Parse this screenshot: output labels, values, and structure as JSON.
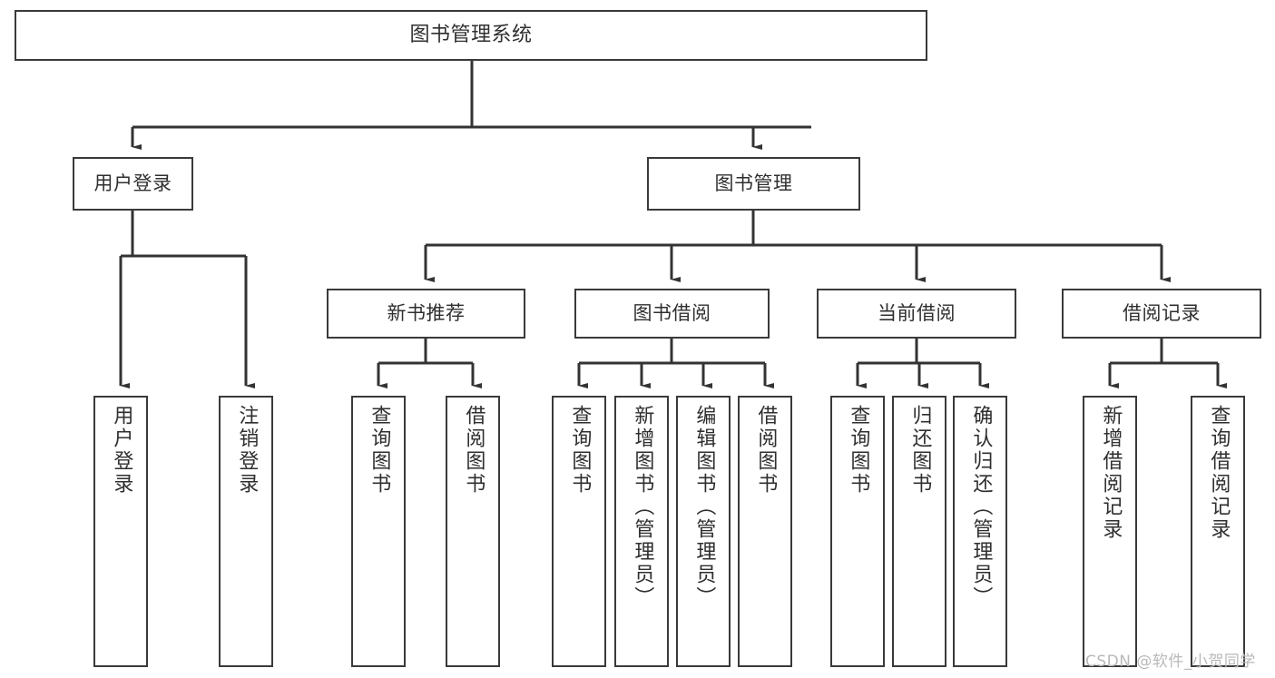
{
  "diagram": {
    "title": "图书管理系统",
    "type": "functional-structure-tree",
    "watermark": "CSDN @软件_小贺同学",
    "colors": {
      "box_border": "#3a3a3a",
      "box_fill": "#ffffff",
      "text": "#2f2f2f",
      "connector": "#333333",
      "watermark": "#b9b9b9",
      "background": "#ffffff"
    },
    "nodes": {
      "root": {
        "label": "图书管理系统"
      },
      "level2": [
        {
          "label": "用户登录"
        },
        {
          "label": "图书管理"
        }
      ],
      "level3": [
        {
          "label": "新书推荐"
        },
        {
          "label": "图书借阅"
        },
        {
          "label": "当前借阅"
        },
        {
          "label": "借阅记录"
        }
      ],
      "leaves_user_login": [
        {
          "label": "用户登录"
        },
        {
          "label": "注销登录"
        }
      ],
      "leaves_new_book": [
        {
          "label": "查询图书"
        },
        {
          "label": "借阅图书"
        }
      ],
      "leaves_borrow": [
        {
          "label": "查询图书"
        },
        {
          "label": "新增图书（管理员）"
        },
        {
          "label": "编辑图书（管理员）"
        },
        {
          "label": "借阅图书"
        }
      ],
      "leaves_current": [
        {
          "label": "查询图书"
        },
        {
          "label": "归还图书"
        },
        {
          "label": "确认归还（管理员）"
        }
      ],
      "leaves_records": [
        {
          "label": "新增借阅记录"
        },
        {
          "label": "查询借阅记录"
        }
      ]
    }
  }
}
